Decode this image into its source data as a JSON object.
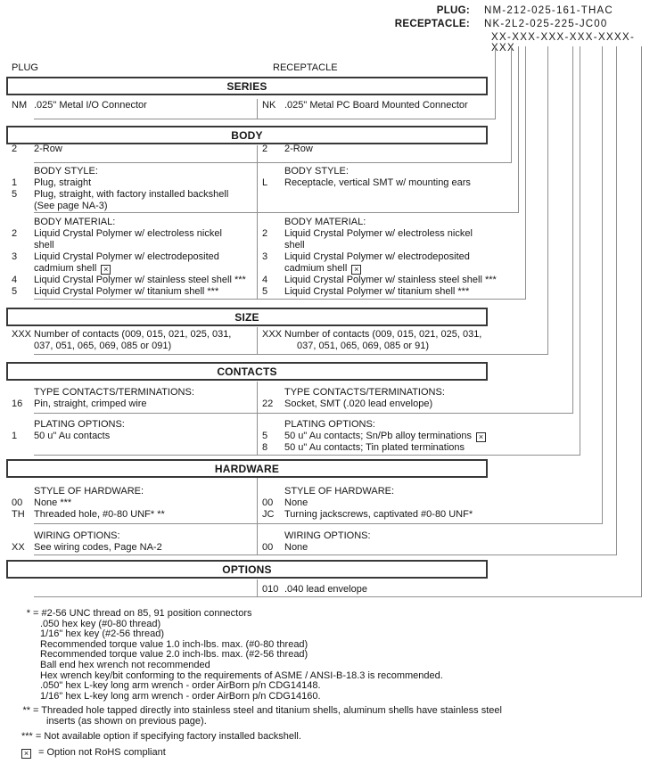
{
  "header": {
    "plug_label": "PLUG:",
    "plug_value": "NM-212-025-161-THAC",
    "receptacle_label": "RECEPTACLE:",
    "receptacle_value": "NK-2L2-025-225-JC00",
    "code_template": "XX-XXX-XXX-XXX-XXXX-XXX",
    "left_column": "PLUG",
    "right_column": "RECEPTACLE"
  },
  "symbols": {
    "not_rohs": "×"
  },
  "colors": {
    "line": "#8f8f8f",
    "box_border": "#383838",
    "text": "#161616",
    "background": "#ffffff"
  },
  "sections": [
    {
      "title": "SERIES",
      "rows": [
        {
          "left": [
            {
              "code": "NM",
              "text": ".025\" Metal I/O Connector"
            }
          ],
          "right": [
            {
              "code": "NK",
              "text": ".025\" Metal PC Board Mounted Connector"
            }
          ]
        }
      ]
    },
    {
      "title": "BODY",
      "rows": [
        {
          "left": [
            {
              "code": "2",
              "text": "2-Row"
            }
          ],
          "right": [
            {
              "code": "2",
              "text": "2-Row"
            }
          ]
        },
        {
          "left": [
            {
              "code": "",
              "text": "BODY STYLE:"
            },
            {
              "code": "1",
              "text": "Plug, straight"
            },
            {
              "code": "5",
              "text": "Plug, straight, with factory installed backshell"
            },
            {
              "code": "",
              "text": "(See page NA-3)"
            }
          ],
          "right": [
            {
              "code": "",
              "text": "BODY STYLE:"
            },
            {
              "code": "L",
              "text": "Receptacle, vertical SMT w/ mounting ears"
            }
          ]
        },
        {
          "left": [
            {
              "code": "",
              "text": "BODY MATERIAL:"
            },
            {
              "code": "2",
              "text": "Liquid Crystal Polymer w/ electroless nickel"
            },
            {
              "code": "",
              "text": "shell"
            },
            {
              "code": "3",
              "text": "Liquid Crystal Polymer w/ electrodeposited"
            },
            {
              "code": "",
              "text": "cadmium shell",
              "not_rohs": true
            },
            {
              "code": "4",
              "text": "Liquid Crystal Polymer w/ stainless steel shell ***"
            },
            {
              "code": "5",
              "text": "Liquid Crystal Polymer w/ titanium shell ***"
            }
          ],
          "right": [
            {
              "code": "",
              "text": "BODY MATERIAL:"
            },
            {
              "code": "2",
              "text": "Liquid Crystal Polymer w/ electroless nickel"
            },
            {
              "code": "",
              "text": "shell"
            },
            {
              "code": "3",
              "text": "Liquid Crystal Polymer w/ electrodeposited"
            },
            {
              "code": "",
              "text": "cadmium shell",
              "not_rohs": true
            },
            {
              "code": "4",
              "text": "Liquid Crystal Polymer w/ stainless steel shell ***"
            },
            {
              "code": "5",
              "text": "Liquid Crystal Polymer w/ titanium shell ***"
            }
          ]
        }
      ]
    },
    {
      "title": "SIZE",
      "rows": [
        {
          "left": [
            {
              "code": "XXX",
              "text": "Number of contacts (009, 015, 021, 025, 031,"
            },
            {
              "code": "",
              "text": "037, 051, 065, 069, 085 or 091)"
            }
          ],
          "right": [
            {
              "code": "XXX",
              "text": "Number of contacts (009, 015, 021, 025, 031,"
            },
            {
              "code": "",
              "text": "037, 051, 065, 069, 085 or 91)"
            }
          ]
        }
      ]
    },
    {
      "title": "CONTACTS",
      "rows": [
        {
          "left": [
            {
              "code": "",
              "text": "TYPE CONTACTS/TERMINATIONS:"
            },
            {
              "code": "16",
              "text": "Pin, straight, crimped wire"
            }
          ],
          "right": [
            {
              "code": "",
              "text": "TYPE CONTACTS/TERMINATIONS:"
            },
            {
              "code": "22",
              "text": "Socket, SMT (.020 lead envelope)"
            }
          ]
        },
        {
          "left": [
            {
              "code": "",
              "text": "PLATING OPTIONS:"
            },
            {
              "code": "1",
              "text": "50 u\" Au contacts"
            }
          ],
          "right": [
            {
              "code": "",
              "text": "PLATING OPTIONS:"
            },
            {
              "code": "5",
              "text": "50 u\" Au contacts; Sn/Pb alloy terminations",
              "not_rohs": true
            },
            {
              "code": "8",
              "text": "50 u\" Au contacts; Tin plated terminations"
            }
          ]
        }
      ]
    },
    {
      "title": "HARDWARE",
      "rows": [
        {
          "left": [
            {
              "code": "",
              "text": "STYLE OF HARDWARE:"
            },
            {
              "code": "00",
              "text": "None ***"
            },
            {
              "code": "TH",
              "text": "Threaded hole, #0-80 UNF*  **"
            }
          ],
          "right": [
            {
              "code": "",
              "text": "STYLE OF HARDWARE:"
            },
            {
              "code": "00",
              "text": "None"
            },
            {
              "code": "JC",
              "text": "Turning jackscrews, captivated #0-80 UNF*"
            }
          ]
        },
        {
          "left": [
            {
              "code": "",
              "text": "WIRING OPTIONS:"
            },
            {
              "code": "XX",
              "text": "See wiring codes, Page NA-2"
            }
          ],
          "right": [
            {
              "code": "",
              "text": "WIRING OPTIONS:"
            },
            {
              "code": "00",
              "text": "None"
            }
          ]
        }
      ]
    },
    {
      "title": "OPTIONS",
      "rows": [
        {
          "left": [],
          "right": [
            {
              "code": "010",
              "text": ".040 lead envelope"
            }
          ]
        }
      ]
    }
  ],
  "footnotes": [
    {
      "marker": "*",
      "text": "= #2-56 UNC thread on 85, 91 position connectors"
    },
    {
      "marker": "",
      "text": ".050 hex key (#0-80 thread)"
    },
    {
      "marker": "",
      "text": "1/16\" hex key (#2-56 thread)"
    },
    {
      "marker": "",
      "text": "Recommended torque value 1.0 inch-lbs. max. (#0-80 thread)"
    },
    {
      "marker": "",
      "text": "Recommended torque value 2.0 inch-lbs. max. (#2-56 thread)"
    },
    {
      "marker": "",
      "text": "Ball end hex wrench not recommended"
    },
    {
      "marker": "",
      "text": "Hex wrench key/bit conforming to the requirements of ASME / ANSI-B-18.3 is recommended."
    },
    {
      "marker": "",
      "text": ".050\" hex L-key long arm wrench - order AirBorn p/n CDG14148."
    },
    {
      "marker": "",
      "text": "1/16\" hex L-key long arm wrench - order AirBorn p/n CDG14160."
    },
    {
      "marker": "**",
      "text": "= Threaded hole tapped directly into stainless steel and titanium shells, aluminum shells have stainless steel"
    },
    {
      "marker": "",
      "text": "inserts (as shown on previous page)."
    },
    {
      "marker": "***",
      "text": "= Not available option if specifying factory installed backshell."
    },
    {
      "marker": "",
      "text": "= Option not RoHS compliant"
    }
  ]
}
